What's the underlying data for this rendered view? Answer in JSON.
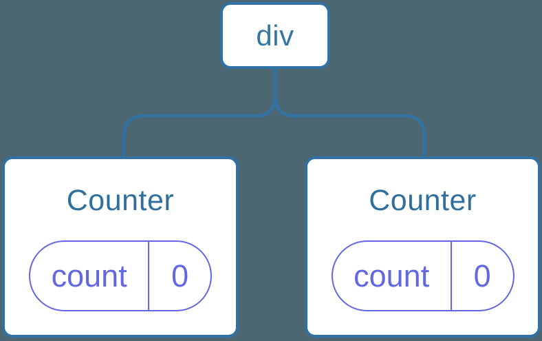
{
  "diagram": {
    "description": "component-tree",
    "colors": {
      "background": "#4C6772",
      "connector_and_border": "#2F72A3",
      "root_label_text": "#3377A5",
      "component_title_text": "#2F6F9C",
      "state_pill": "#6467E2",
      "card_background": "#FFFFFF"
    },
    "tree": {
      "root": {
        "label": "div"
      },
      "children": [
        {
          "title": "Counter",
          "state": {
            "key": "count",
            "value": "0"
          }
        },
        {
          "title": "Counter",
          "state": {
            "key": "count",
            "value": "0"
          }
        }
      ]
    }
  }
}
